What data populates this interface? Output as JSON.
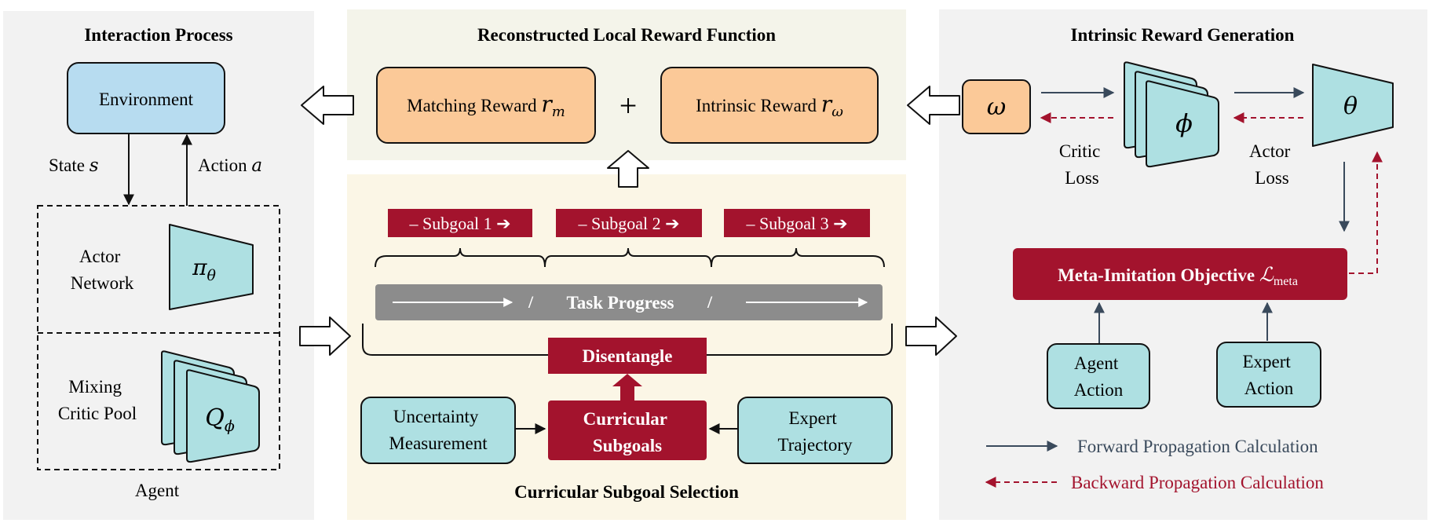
{
  "panels": {
    "interaction": {
      "title": "Interaction Process",
      "environment": "Environment",
      "state_label": "State",
      "state_sym": "s",
      "action_label": "Action",
      "action_sym": "a",
      "actor_line1": "Actor",
      "actor_line2": "Network",
      "policy_sym": "π",
      "policy_sub": "θ",
      "critic_line1": "Mixing",
      "critic_line2": "Critic Pool",
      "q_sym": "Q",
      "q_sub": "ϕ",
      "agent_label": "Agent"
    },
    "reward": {
      "title": "Reconstructed Local Reward Function",
      "matching_label": "Matching Reward",
      "matching_sym": "r",
      "matching_sub": "m",
      "plus": "+",
      "intrinsic_label": "Intrinsic Reward",
      "intrinsic_sym": "r",
      "intrinsic_sub": "ω"
    },
    "curricular": {
      "title": "Curricular Subgoal Selection",
      "subgoals": [
        "– Subgoal 1 ➔",
        "– Subgoal 2 ➔",
        "– Subgoal 3 ➔"
      ],
      "task_progress": "Task Progress",
      "progress_sep": "/",
      "disentangle": "Disentangle",
      "curricular_line1": "Curricular",
      "curricular_line2": "Subgoals",
      "uncertainty_line1": "Uncertainty",
      "uncertainty_line2": "Measurement",
      "expert_traj_line1": "Expert",
      "expert_traj_line2": "Trajectory"
    },
    "intrinsic": {
      "title": "Intrinsic Reward Generation",
      "omega": "ω",
      "phi": "ϕ",
      "theta": "θ",
      "critic_loss_line1": "Critic",
      "critic_loss_line2": "Loss",
      "actor_loss_line1": "Actor",
      "actor_loss_line2": "Loss",
      "meta_label": "Meta-Imitation Objective",
      "meta_sym": "ℒ",
      "meta_sub": "meta",
      "agent_action_line1": "Agent",
      "agent_action_line2": "Action",
      "expert_action_line1": "Expert",
      "expert_action_line2": "Action"
    }
  },
  "legend": {
    "forward": "Forward Propagation Calculation",
    "backward": "Backward Propagation Calculation"
  },
  "colors": {
    "panel_gray": "#f2f2f2",
    "panel_cream": "#f4f4ea",
    "panel_yellow": "#fbf6e6",
    "env_blue": "#b7dcf0",
    "teal": "#aee0e2",
    "orange": "#fbc998",
    "crimson": "#a3132d",
    "gray_bar": "#8c8c8c",
    "forward_arrow": "#3a4a5c",
    "backward_arrow": "#a3132d"
  }
}
